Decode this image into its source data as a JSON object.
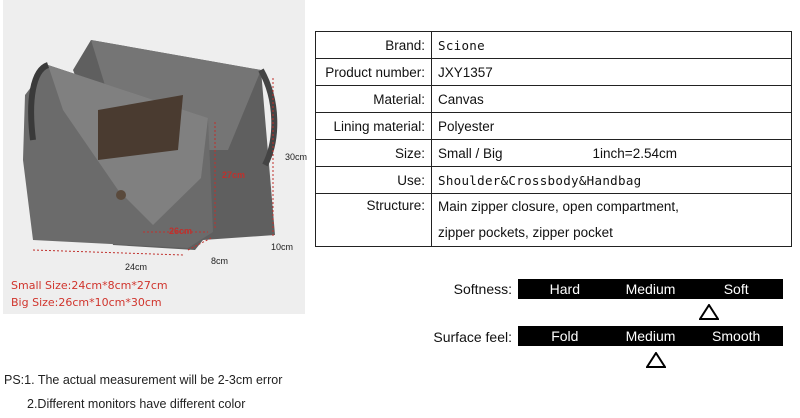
{
  "photo": {
    "dims": {
      "height_big": "30cm",
      "height_small": "27cm",
      "depth_small": "8cm",
      "depth_big": "10cm",
      "width_small": "24cm",
      "width_big": "26cm"
    },
    "small_size": "Small Size:24cm*8cm*27cm",
    "big_size": "Big Size:26cm*10cm*30cm",
    "bag_color": "#6d6d6d"
  },
  "spec": {
    "rows": [
      {
        "label": "Brand:",
        "value": "Scione"
      },
      {
        "label": "Product number:",
        "value": "JXY1357"
      },
      {
        "label": "Material:",
        "value": "Canvas"
      },
      {
        "label": "Lining material:",
        "value": "Polyester"
      },
      {
        "label": "Size:",
        "value": "Small / Big",
        "extra": "1inch=2.54cm"
      },
      {
        "label": "Use:",
        "value": "Shoulder&Crossbody&Handbag"
      },
      {
        "label": "Structure:",
        "lines": [
          "Main zipper closure, open compartment,",
          "zipper pockets, zipper pocket"
        ]
      }
    ]
  },
  "softness": {
    "label": "Softness:",
    "options": [
      "Hard",
      "Medium",
      "Soft"
    ],
    "selected_fraction": 0.72
  },
  "surface": {
    "label": "Surface feel:",
    "options": [
      "Fold",
      "Medium",
      "Smooth"
    ],
    "selected_fraction": 0.52
  },
  "ps": {
    "line1": "PS:1. The actual measurement will be 2-3cm error",
    "line2": "2.Different monitors have different color"
  }
}
